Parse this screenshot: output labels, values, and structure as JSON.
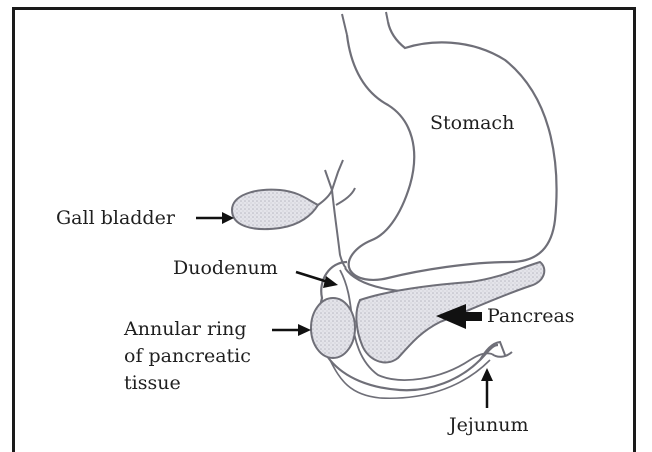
{
  "labels": {
    "stomach": "Stomach",
    "gall_bladder": "Gall bladder",
    "duodenum": "Duodenum",
    "annular_ring": [
      "Annular ring",
      "of pancreatic",
      "tissue"
    ],
    "pancreas": "Pancreas",
    "jejunum": "Jejunum"
  },
  "colors": {
    "outline": "#6f6f78",
    "organ_fill": "#dcdce2",
    "label": "#1f1f1f",
    "arrow": "#111111"
  }
}
